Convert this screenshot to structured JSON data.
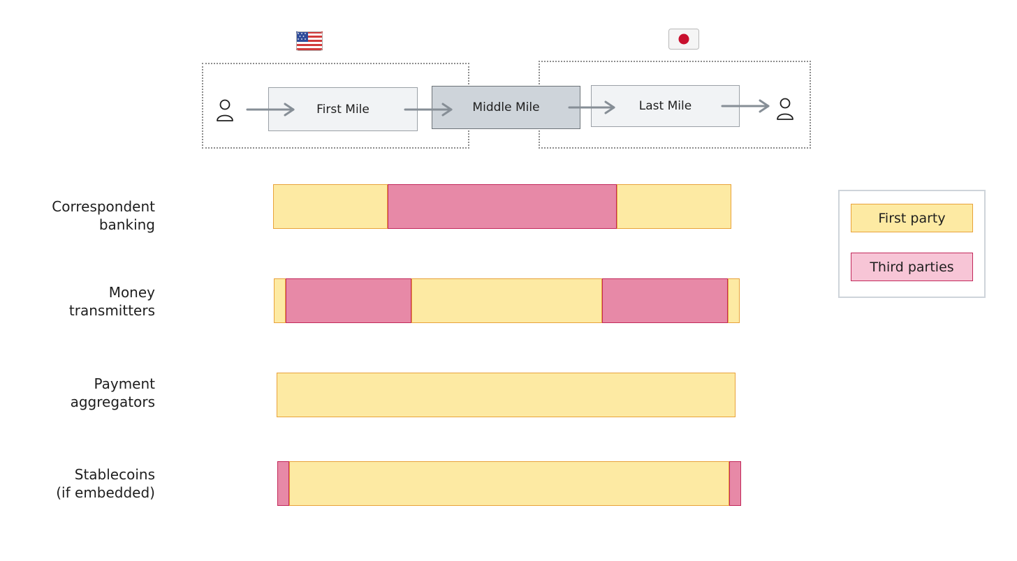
{
  "header": {
    "origin_flag": "us-flag-icon",
    "destination_flag": "japan-flag-icon",
    "sender_icon": "person-icon",
    "receiver_icon": "person-icon",
    "miles": [
      {
        "label": "First Mile",
        "shade": "light"
      },
      {
        "label": "Middle Mile",
        "shade": "dark"
      },
      {
        "label": "Last Mile",
        "shade": "light"
      }
    ]
  },
  "rows": [
    {
      "label_line1": "Correspondent",
      "label_line2": "banking",
      "segments": [
        {
          "party": "first",
          "share": 0.25
        },
        {
          "party": "third",
          "share": 0.5
        },
        {
          "party": "first",
          "share": 0.25
        }
      ]
    },
    {
      "label_line1": "Money",
      "label_line2": "transmitters",
      "segments": [
        {
          "party": "first",
          "share": 0.025
        },
        {
          "party": "third",
          "share": 0.27
        },
        {
          "party": "first",
          "share": 0.41
        },
        {
          "party": "third",
          "share": 0.27
        },
        {
          "party": "first",
          "share": 0.025
        }
      ]
    },
    {
      "label_line1": "Payment",
      "label_line2": "aggregators",
      "segments": [
        {
          "party": "first",
          "share": 1.0
        }
      ]
    },
    {
      "label_line1": "Stablecoins",
      "label_line2": "(if embedded)",
      "segments": [
        {
          "party": "third",
          "share": 0.025
        },
        {
          "party": "first",
          "share": 0.95
        },
        {
          "party": "third",
          "share": 0.025
        }
      ]
    }
  ],
  "legend": {
    "first_party": "First party",
    "third_parties": "Third parties"
  },
  "colors": {
    "first_party_fill": "#fdeaa3",
    "first_party_stroke": "#e8a23a",
    "third_party_fill": "#e789a7",
    "third_party_stroke": "#c2285a",
    "legend_third_fill": "#f7c5d6",
    "middle_mile_fill": "#ced4da",
    "outer_mile_fill": "#f1f3f5"
  }
}
